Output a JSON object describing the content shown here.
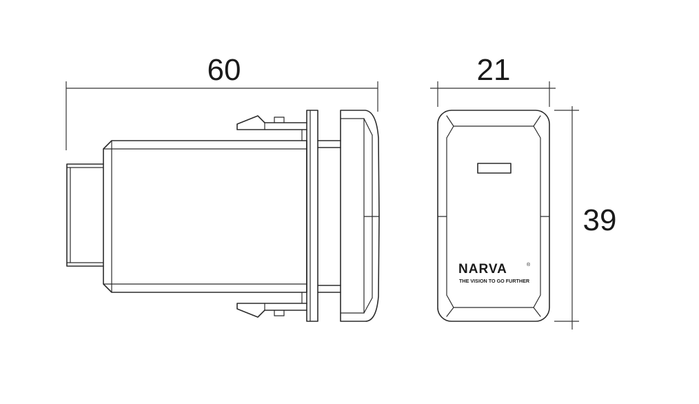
{
  "dimensions": {
    "side_length": "60",
    "front_width": "21",
    "front_height": "39"
  },
  "logo": {
    "brand": "NARVA",
    "registered": "®",
    "tagline": "THE VISION TO GO FURTHER"
  }
}
